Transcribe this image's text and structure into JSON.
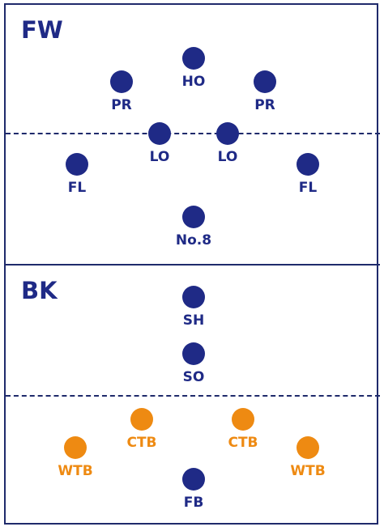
{
  "colors": {
    "border": "#1f2a6b",
    "forward": "#1f2a86",
    "back_three": "#ee8a12"
  },
  "sections": {
    "forwards": {
      "title": "FW"
    },
    "backs": {
      "title": "BK"
    }
  },
  "players": [
    {
      "id": "ho",
      "label": "HO",
      "team": "forward"
    },
    {
      "id": "pr-l",
      "label": "PR",
      "team": "forward"
    },
    {
      "id": "pr-r",
      "label": "PR",
      "team": "forward"
    },
    {
      "id": "lo-l",
      "label": "LO",
      "team": "forward"
    },
    {
      "id": "lo-r",
      "label": "LO",
      "team": "forward"
    },
    {
      "id": "fl-l",
      "label": "FL",
      "team": "forward"
    },
    {
      "id": "fl-r",
      "label": "FL",
      "team": "forward"
    },
    {
      "id": "no8",
      "label": "No.8",
      "team": "forward"
    },
    {
      "id": "sh",
      "label": "SH",
      "team": "forward"
    },
    {
      "id": "so",
      "label": "SO",
      "team": "forward"
    },
    {
      "id": "ctb-l",
      "label": "CTB",
      "team": "back_three"
    },
    {
      "id": "ctb-r",
      "label": "CTB",
      "team": "back_three"
    },
    {
      "id": "wtb-l",
      "label": "WTB",
      "team": "back_three"
    },
    {
      "id": "wtb-r",
      "label": "WTB",
      "team": "back_three"
    },
    {
      "id": "fb",
      "label": "FB",
      "team": "forward"
    }
  ]
}
